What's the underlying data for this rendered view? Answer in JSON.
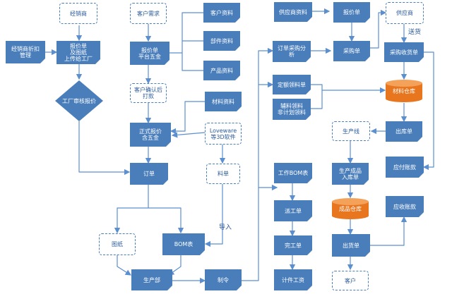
{
  "nodes": {
    "dealer": "经销商",
    "dealer_mgmt": "经销商折扣\n管理",
    "quote_dealer": "报价单\n及图纸\n上传给工厂",
    "factory_review": "工厂审核报价",
    "cust_req": "客户需求",
    "quote_mid": "报价单\n平台五金",
    "cust_confirm": "客户确认后\n打款",
    "confirm_quote": "正式报价\n含五金",
    "order": "订单",
    "drawing": "图纸",
    "bom": "BOM表",
    "production": "生产部",
    "cutting": "制令",
    "cust_info": "客户资料",
    "part_info": "部件资料",
    "product_info": "产品资料",
    "material_info": "材料资料",
    "software": "Loveware\n等3D软件",
    "material_list": "料单",
    "supplier_info": "供应商资料",
    "order_analysis": "订单采购分\n析",
    "quote_price": "报价单",
    "purchase_order": "采购单",
    "supplier": "供应商",
    "receipt": "采购收货单",
    "material_stock": "材料仓库",
    "fixed_material": "定额领料单",
    "aux_material": "辅料领料\n非计划领料",
    "outbound": "出库单",
    "payable": "应付账款",
    "prod_line": "生产线",
    "prod_report": "生产成品\n入库单",
    "finished_stock": "成品仓库",
    "shipment": "出货单",
    "receivable": "应收账款",
    "customer": "客户",
    "work_bom": "工作BOM表",
    "dispatch": "派工单",
    "complete": "完工单",
    "piecework": "计件工资"
  },
  "edge_labels": {
    "delivery": "送货",
    "import": "导入"
  },
  "colors": {
    "node_fill": "#4a7ebb",
    "line": "#5b8fd0",
    "cylinder": "#e8761e"
  }
}
